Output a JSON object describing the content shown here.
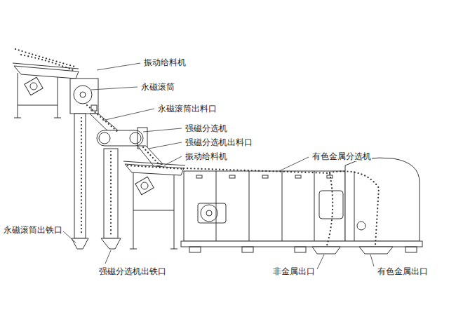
{
  "diagram": {
    "labels": [
      "振动给料机",
      "永磁滚筒",
      "永磁滚筒出料口",
      "强磁分选机",
      "强磁分选机出料口",
      "振动给料机",
      "有色金属分选机",
      "永磁滚筒出铁口",
      "强磁分选机出铁口",
      "非金属出口",
      "有色金属出口"
    ]
  }
}
